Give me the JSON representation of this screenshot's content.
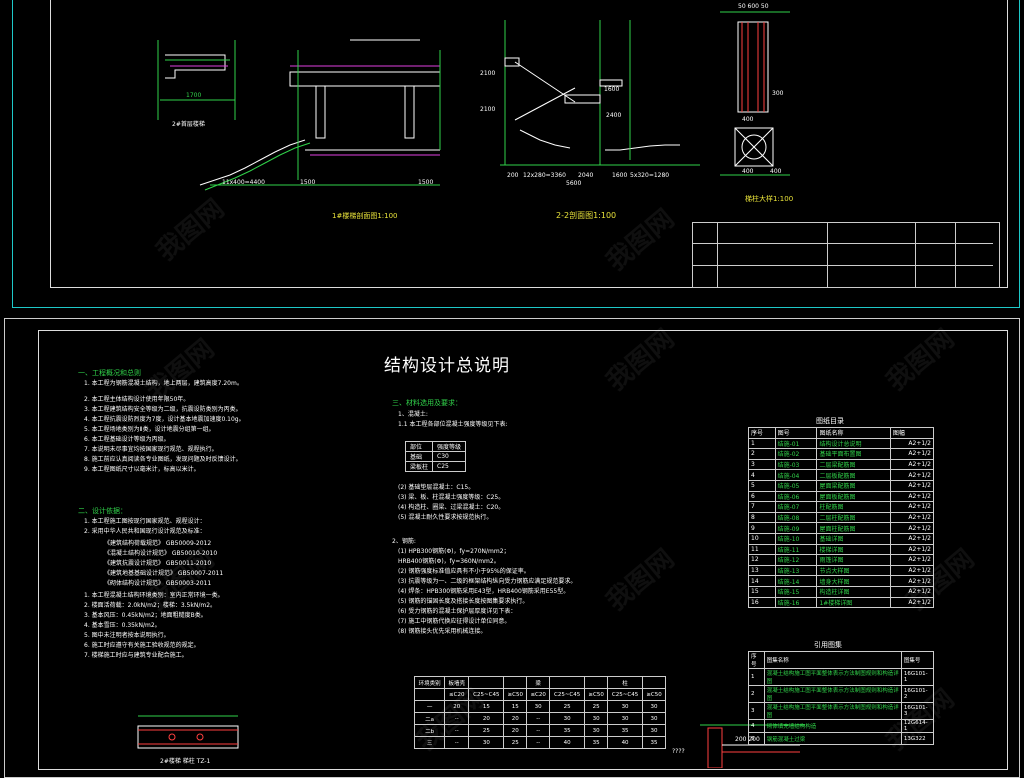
{
  "colors": {
    "frame": "#1ec8c8",
    "text": "#ffffff",
    "green": "#31d24a",
    "yellow": "#e8e23a",
    "red": "#ff4040",
    "magenta": "#e040e0"
  },
  "watermark": "我图网",
  "top_drawing": {
    "view_2f_label": "2#首层楼梯",
    "view_1_label": "1#楼梯剖面图1:100",
    "view_22_label": "2-2剖面图1:100",
    "detail_label": "梯柱大样1:100",
    "dims": {
      "d1700": "1700",
      "d1500a": "1500",
      "d1500b": "1500",
      "d_steps": "11x400=4400",
      "d200": "200",
      "d_12x280": "12x280=3360",
      "d2040": "2040",
      "d1600": "1600",
      "d_5x320": "5x320=1280",
      "d5600": "5600",
      "d2100a": "2100",
      "d2100b": "2100",
      "d2400": "2400",
      "d1600b": "1600",
      "d300": "300",
      "d400a": "400",
      "d400b": "400",
      "d400c": "400",
      "d_top": "50 600 50"
    }
  },
  "main_title": "结构设计总说明",
  "sections": {
    "s1": "一、工程概况和总则",
    "s2": "二、设计依据：",
    "s3": "三、材料选用及要求：",
    "s3_1": "1、混凝土:"
  },
  "left_text": [
    "1. 本工程为钢筋混凝土结构，地上两层，建筑高度7.20m。",
    "2. 本工程主体结构设计使用年限50年。",
    "3. 本工程建筑结构安全等级为二级，抗震设防类别为丙类。",
    "4. 本工程抗震设防烈度为7度，设计基本地震加速度0.10g。",
    "5. 本工程场地类别为Ⅱ类，设计地震分组第一组。",
    "6. 本工程基础设计等级为丙级。",
    "7. 本说明未尽事宜均按国家现行规范、规程执行。",
    "8. 施工前应认真阅读各专业图纸，发现问题及时反馈设计。",
    "9. 本工程图纸尺寸以毫米计，标高以米计。"
  ],
  "left_text2": [
    "1. 本工程施工图按现行国家规范、规程设计：",
    "2. 采用中华人民共和国现行设计规范及标准：",
    "《建筑结构荷载规范》  GB50009-2012",
    "《混凝土结构设计规范》  GB50010-2010",
    "《建筑抗震设计规范》  GB50011-2010",
    "《建筑地基基础设计规范》  GB50007-2011",
    "《砌体结构设计规范》  GB50003-2011"
  ],
  "left_text3": [
    "1. 本工程混凝土结构环境类别：室内正常环境一类。",
    "2. 楼面活荷载：2.0kN/m2；楼梯：3.5kN/m2。",
    "3. 基本风压：0.45kN/m2；地面粗糙度B类。",
    "4. 基本雪压：0.35kN/m2。",
    "5. 图中未注明者按本说明执行。",
    "6. 施工时应遵守有关施工验收规范的规定。",
    "7. 楼梯施工时应与建筑专业配合施工。"
  ],
  "mid_text": [
    "1.1 本工程各部位混凝土强度等级见下表:",
    "(2) 基础垫层混凝土：C15。",
    "(3) 梁、板、柱混凝土强度等级：C25。",
    "(4) 构造柱、圈梁、过梁混凝土：C20。",
    "(5) 混凝土耐久性要求按规范执行。",
    "2、钢筋:",
    "(1) HPB300钢筋(Φ)，fy=270N/mm2；",
    "    HRB400钢筋(Φ)，fy=360N/mm2。",
    "(2) 钢筋强度标准值应具有不小于95%的保证率。",
    "(3) 抗震等级为一、二级的框架结构纵向受力钢筋应满足规范要求。",
    "(4) 焊条：HPB300钢筋采用E43型，HRB400钢筋采用E55型。",
    "(5) 钢筋的锚固长度及搭接长度按图集要求执行。",
    "(6) 受力钢筋的混凝土保护层厚度详见下表：",
    "(7) 施工中钢筋代换应征得设计单位同意。",
    "(8) 钢筋接头优先采用机械连接。"
  ],
  "concrete_table": {
    "h1": "部位",
    "h2": "强度等级",
    "r1a": "基础",
    "r1b": "C30",
    "r2a": "梁板柱",
    "r2b": "C25"
  },
  "cover_table": {
    "header": [
      "环境类别",
      "板墙壳",
      "",
      "",
      "梁",
      "",
      "",
      "柱",
      ""
    ],
    "sub": [
      "",
      "≤C20",
      "C25~C45",
      "≥C50",
      "≤C20",
      "C25~C45",
      "≥C50",
      "C25~C45",
      "≥C50"
    ],
    "rows": [
      [
        "一",
        "20",
        "15",
        "15",
        "30",
        "25",
        "25",
        "30",
        "30"
      ],
      [
        "二a",
        "--",
        "20",
        "20",
        "--",
        "30",
        "30",
        "30",
        "30"
      ],
      [
        "二b",
        "--",
        "25",
        "20",
        "--",
        "35",
        "30",
        "35",
        "30"
      ],
      [
        "三",
        "--",
        "30",
        "25",
        "--",
        "40",
        "35",
        "40",
        "35"
      ]
    ]
  },
  "dir_title": "图纸目录",
  "dir_header": [
    "序号",
    "图号",
    "图纸名称",
    "图幅"
  ],
  "dir_rows": [
    [
      "1",
      "结施-01",
      "结构设计总说明",
      "A2+1/2"
    ],
    [
      "2",
      "结施-02",
      "基础平面布置图",
      "A2+1/2"
    ],
    [
      "3",
      "结施-03",
      "二层梁配筋图",
      "A2+1/2"
    ],
    [
      "4",
      "结施-04",
      "二层板配筋图",
      "A2+1/2"
    ],
    [
      "5",
      "结施-05",
      "屋面梁配筋图",
      "A2+1/2"
    ],
    [
      "6",
      "结施-06",
      "屋面板配筋图",
      "A2+1/2"
    ],
    [
      "7",
      "结施-07",
      "柱配筋图",
      "A2+1/2"
    ],
    [
      "8",
      "结施-08",
      "二层柱配筋图",
      "A2+1/2"
    ],
    [
      "9",
      "结施-09",
      "屋面柱配筋图",
      "A2+1/2"
    ],
    [
      "10",
      "结施-10",
      "基础详图",
      "A2+1/2"
    ],
    [
      "11",
      "结施-11",
      "楼梯详图",
      "A2+1/2"
    ],
    [
      "12",
      "结施-12",
      "雨篷详图",
      "A2+1/2"
    ],
    [
      "13",
      "结施-13",
      "节点大样图",
      "A2+1/2"
    ],
    [
      "14",
      "结施-14",
      "墙身大样图",
      "A2+1/2"
    ],
    [
      "15",
      "结施-15",
      "构造柱详图",
      "A2+1/2"
    ],
    [
      "16",
      "结施-16",
      "1#楼梯详图",
      "A2+1/2"
    ]
  ],
  "ref_title": "引用图集",
  "ref_header": [
    "序号",
    "图集名称",
    "图集号"
  ],
  "ref_rows": [
    [
      "1",
      "混凝土结构施工图平面整体表示方法制图规则和构造详图",
      "16G101-1"
    ],
    [
      "2",
      "混凝土结构施工图平面整体表示方法制图规则和构造详图",
      "16G101-2"
    ],
    [
      "3",
      "混凝土结构施工图平面整体表示方法制图规则和构造详图",
      "16G101-3"
    ],
    [
      "4",
      "砌体填充墙结构构造",
      "12G614-1"
    ],
    [
      "5",
      "钢筋混凝土过梁",
      "13G322"
    ]
  ],
  "bottom_left_label": "2#楼梯 梯柱 TZ-1",
  "bottom_right_label": "????",
  "bottom_right_dim": "200 200"
}
